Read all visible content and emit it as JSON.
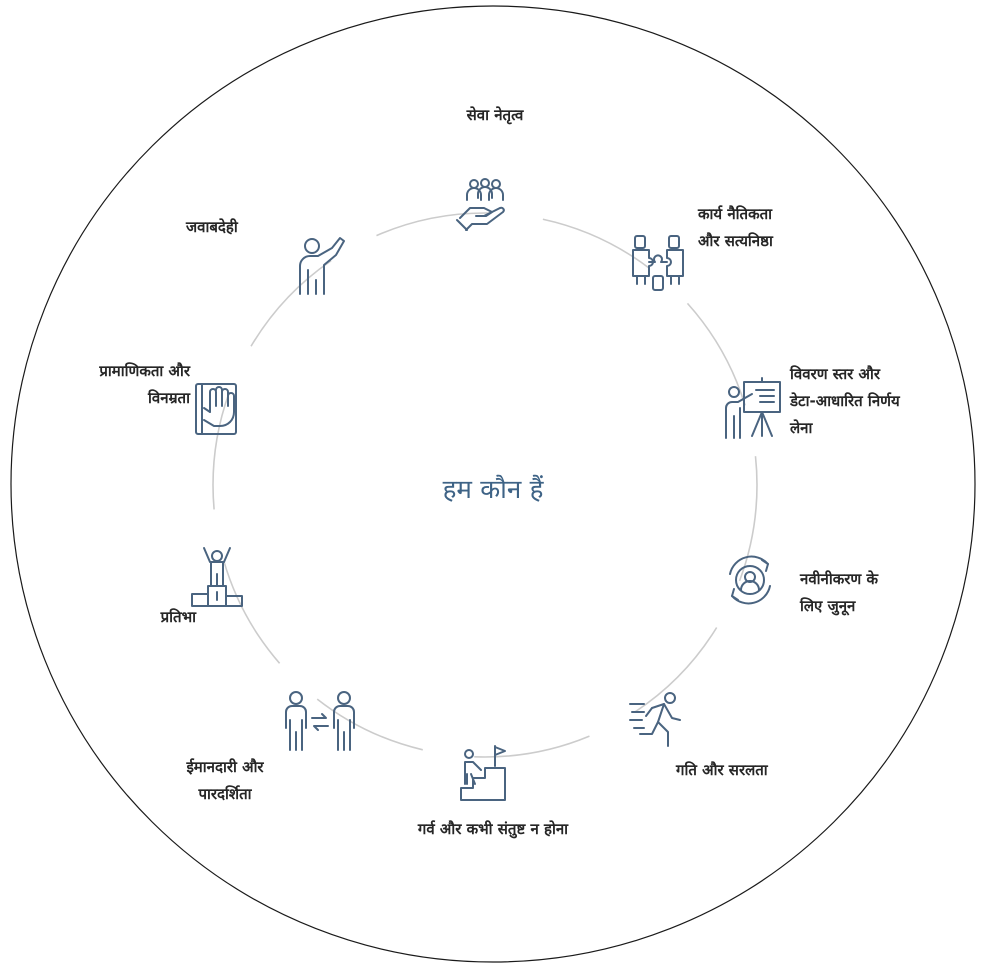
{
  "title": "हम कौन हैं",
  "colors": {
    "icon": "#4a6480",
    "text": "#262626",
    "title": "#3e6386",
    "ring": "#cccccc",
    "outline": "#1a1a1a"
  },
  "values": [
    {
      "lines": [
        "सेवा नेतृत्व"
      ],
      "icon": "helping-hand-people-icon"
    },
    {
      "lines": [
        "कार्य नैतिकता",
        "और सत्यनिष्ठा"
      ],
      "icon": "puzzle-team-icon"
    },
    {
      "lines": [
        "विवरण स्तर और",
        "डेटा-आधारित निर्णय",
        "लेना"
      ],
      "icon": "presentation-board-icon"
    },
    {
      "lines": [
        "नवीनीकरण के",
        "लिए जुनून"
      ],
      "icon": "renewal-cycle-icon"
    },
    {
      "lines": [
        "गति और सरलता"
      ],
      "icon": "running-person-icon"
    },
    {
      "lines": [
        "गर्व और कभी संतुष्ट न होना"
      ],
      "icon": "climbing-stairs-flag-icon"
    },
    {
      "lines": [
        "ईमानदारी और",
        "पारदर्शिता"
      ],
      "icon": "exchange-people-icon"
    },
    {
      "lines": [
        "प्रतिभा"
      ],
      "icon": "podium-winner-icon"
    },
    {
      "lines": [
        "प्रामाणिकता और",
        "विनम्रता"
      ],
      "icon": "hand-on-book-icon"
    },
    {
      "lines": [
        "जवाबदेही"
      ],
      "icon": "raised-hand-person-icon"
    }
  ]
}
